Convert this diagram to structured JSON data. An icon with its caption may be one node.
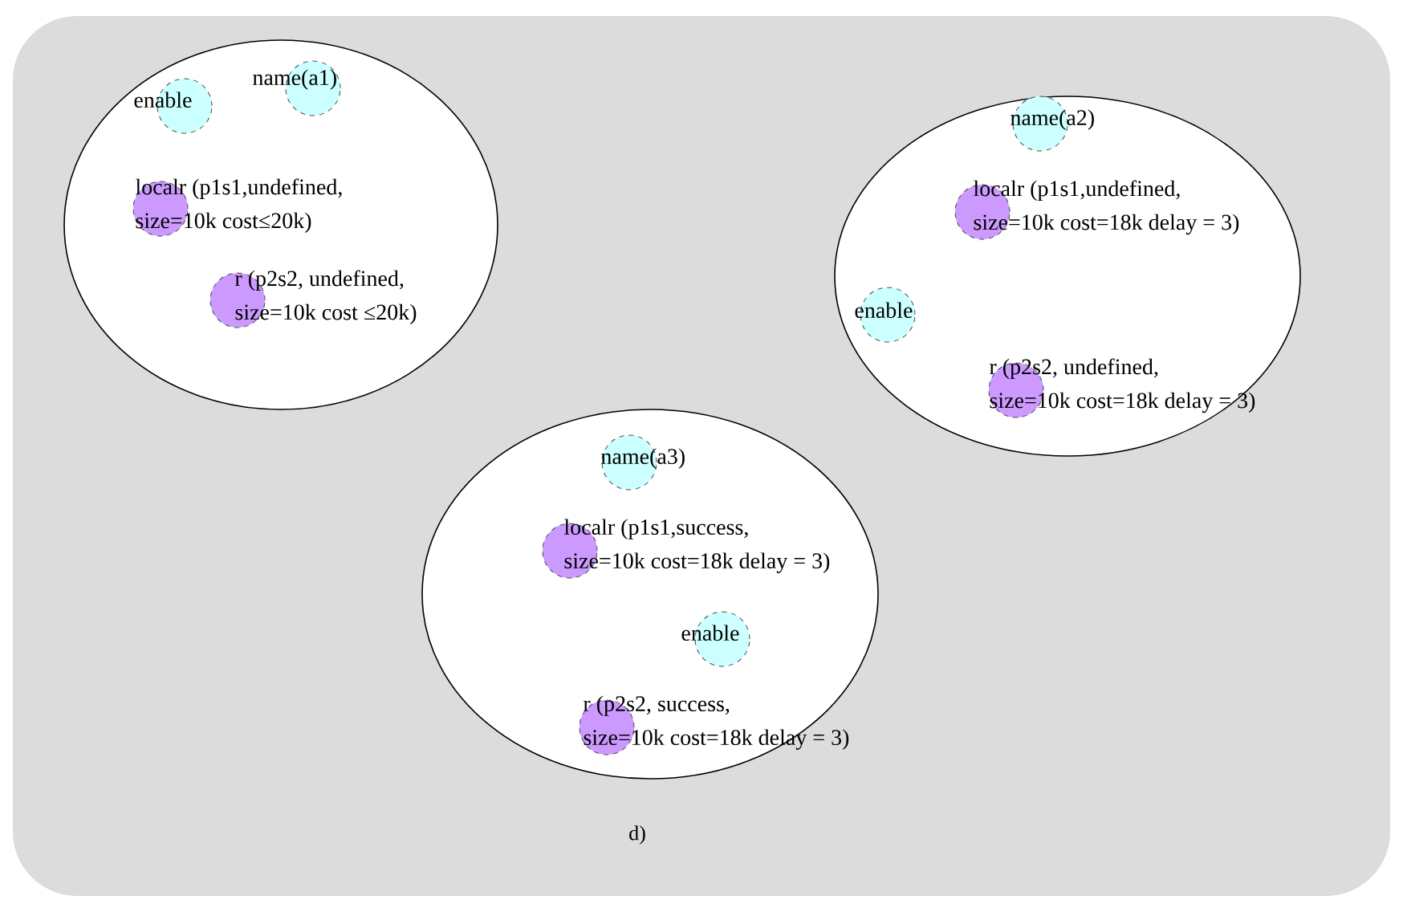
{
  "diagram": {
    "nodes": [
      {
        "text": [],
        "shape": "circle"
      },
      {
        "text": [
          "enable"
        ],
        "in": 0
      },
      {
        "text": [
          "name(a1)"
        ],
        "in": 0
      },
      {
        "text": [
          "localr (p1s1,undefined, size=10k cost≤20k)"
        ],
        "in": 0
      },
      {
        "text": [
          "r (p2s2, undefined, size=10k cost ≤20k)"
        ],
        "in": 0
      },
      {
        "text": [],
        "shape": "circle"
      },
      {
        "text": [
          "name(a2)"
        ],
        "in": 5
      },
      {
        "text": [
          "localr (p1s1,undefined, size=10k cost=18k delay = 3)"
        ],
        "in": 5
      },
      {
        "text": [
          "enable"
        ],
        "in": 5
      },
      {
        "text": [
          "r (p2s2, undefined, size=10k cost=18k delay = 3)"
        ],
        "in": 5
      },
      {
        "text": [],
        "shape": "circle"
      },
      {
        "text": [
          "name(a3)"
        ],
        "in": 10
      },
      {
        "text": [
          "localr (p1s1,success, size=10k cost=18k delay = 3)"
        ],
        "in": 10
      },
      {
        "text": [
          "enable"
        ],
        "in": 10
      },
      {
        "text": [
          "r (p2s2, success, size=10k cost=18k delay = 3)"
        ],
        "in": 10
      }
    ],
    "labels": [
      "d)"
    ]
  }
}
